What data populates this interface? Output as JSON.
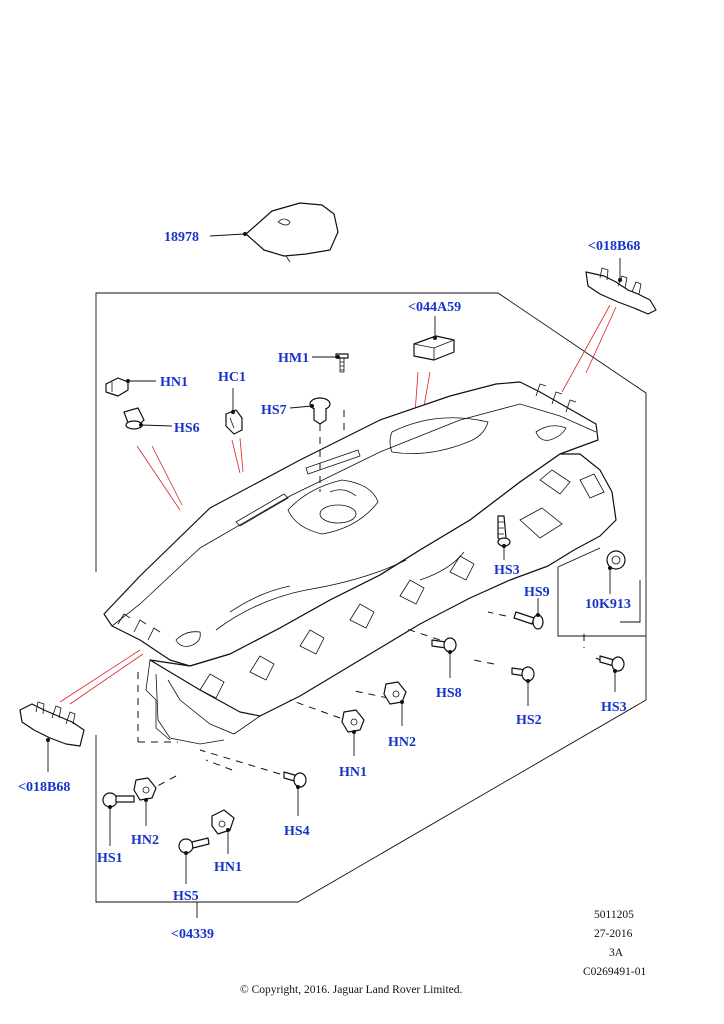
{
  "colors": {
    "callout": "#1533c8",
    "ink": "#111111",
    "indicator": "#e02020"
  },
  "callouts": {
    "c18978": "18978",
    "c018B68_right": "<018B68",
    "c044A59": "<044A59",
    "HM1": "HM1",
    "HN1_top": "HN1",
    "HC1": "HC1",
    "HS7": "HS7",
    "HS6": "HS6",
    "HS3_mid": "HS3",
    "HS9": "HS9",
    "c10K913": "10K913",
    "HS8": "HS8",
    "HS2": "HS2",
    "HS3_right": "HS3",
    "HN2_mid": "HN2",
    "HN1_mid": "HN1",
    "HS4": "HS4",
    "c018B68_left": "<018B68",
    "HN2_low": "HN2",
    "HS1": "HS1",
    "HN1_low": "HN1",
    "HS5": "HS5",
    "c04339": "<04339"
  },
  "meta": {
    "code1": "5011205",
    "code2": "27-2016",
    "code3": "3A",
    "code4": "C0269491-01",
    "copyright": "© Copyright, 2016. Jaguar Land Rover Limited."
  }
}
